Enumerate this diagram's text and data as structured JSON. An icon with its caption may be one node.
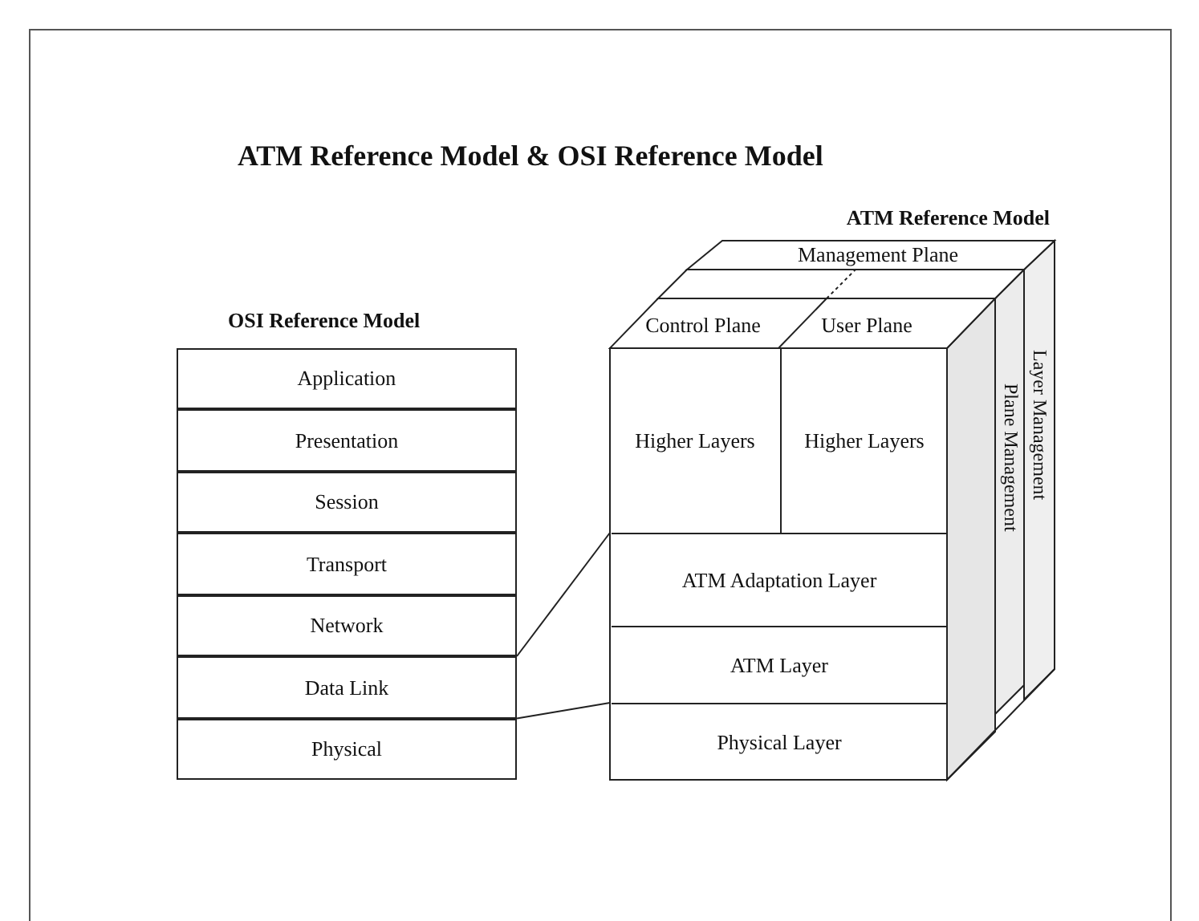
{
  "diagram": {
    "title": "ATM Reference Model & OSI Reference Model",
    "nodes": [
      {
        "text": [
          "OSI Reference Model"
        ]
      },
      {
        "text": [
          "Application"
        ],
        "in": 0
      },
      {
        "text": [
          "Presentation"
        ],
        "in": 0
      },
      {
        "text": [
          "Session"
        ],
        "in": 0
      },
      {
        "text": [
          "Transport"
        ],
        "in": 0
      },
      {
        "text": [
          "Network"
        ],
        "in": 0
      },
      {
        "text": [
          "Data Link"
        ],
        "in": 0
      },
      {
        "text": [
          "Physical"
        ],
        "in": 0
      },
      {
        "text": [
          "ATM Reference Model"
        ]
      },
      {
        "text": [
          "Management Plane"
        ]
      },
      {
        "text": [
          "Control Plane"
        ]
      },
      {
        "text": [
          "User Plane"
        ]
      },
      {
        "text": [
          "Higher Layers"
        ],
        "in": 8
      },
      {
        "text": [
          "Higher Layers"
        ],
        "in": 8
      },
      {
        "text": [
          "ATM Adaptation Layer"
        ],
        "in": 8
      },
      {
        "text": [
          "ATM Layer"
        ],
        "in": 8
      },
      {
        "text": [
          "Physical Layer"
        ],
        "in": 8
      },
      {
        "text": [
          "Plane Management"
        ]
      },
      {
        "text": [
          "Layer Management"
        ]
      }
    ],
    "edges": [
      {
        "from": 5,
        "to": 14,
        "arrow": "none"
      },
      {
        "from": 6,
        "to": 16,
        "arrow": "none"
      }
    ]
  }
}
